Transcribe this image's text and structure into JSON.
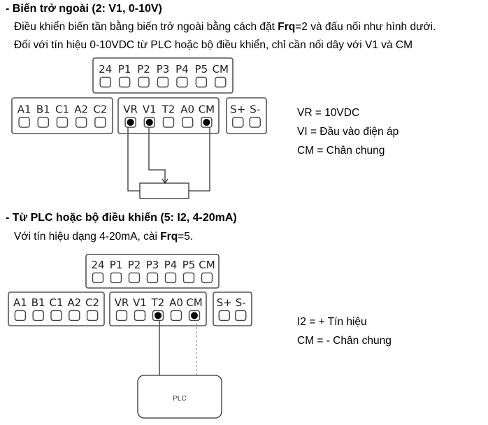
{
  "section1": {
    "heading": "- Biến trở ngoài (2: V1, 0-10V)",
    "line1_pre": "Điều khiển biến tần bằng biến trở ngoài bằng cách đặt ",
    "line1_bold": "Frq",
    "line1_post": "=2 và đấu nối như hình dưới.",
    "line2": "Đối với tín hiệu 0-10VDC từ PLC hoặc bộ điều khiển, chỉ cần nối dây với V1 và CM",
    "legend": [
      "VR = 10VDC",
      "VI = Đầu vào điện áp",
      "CM = Chân chung"
    ]
  },
  "section2": {
    "heading": "- Từ PLC hoặc bộ điều khiển (5: I2, 4-20mA)",
    "line1_pre": "Với tín hiệu dạng 4-20mA, cài ",
    "line1_bold": "Frq",
    "line1_post": "=5.",
    "legend": [
      "I2 = + Tín hiệu",
      "CM = - Chân chung"
    ],
    "plc_label": "PLC"
  },
  "terminals": {
    "top": [
      "24",
      "P1",
      "P2",
      "P3",
      "P4",
      "P5",
      "CM"
    ],
    "left": [
      "A1",
      "B1",
      "C1",
      "A2",
      "C2"
    ],
    "middle": [
      "VR",
      "V1",
      "T2",
      "A0",
      "CM"
    ],
    "right": [
      "S+",
      "S-"
    ]
  }
}
